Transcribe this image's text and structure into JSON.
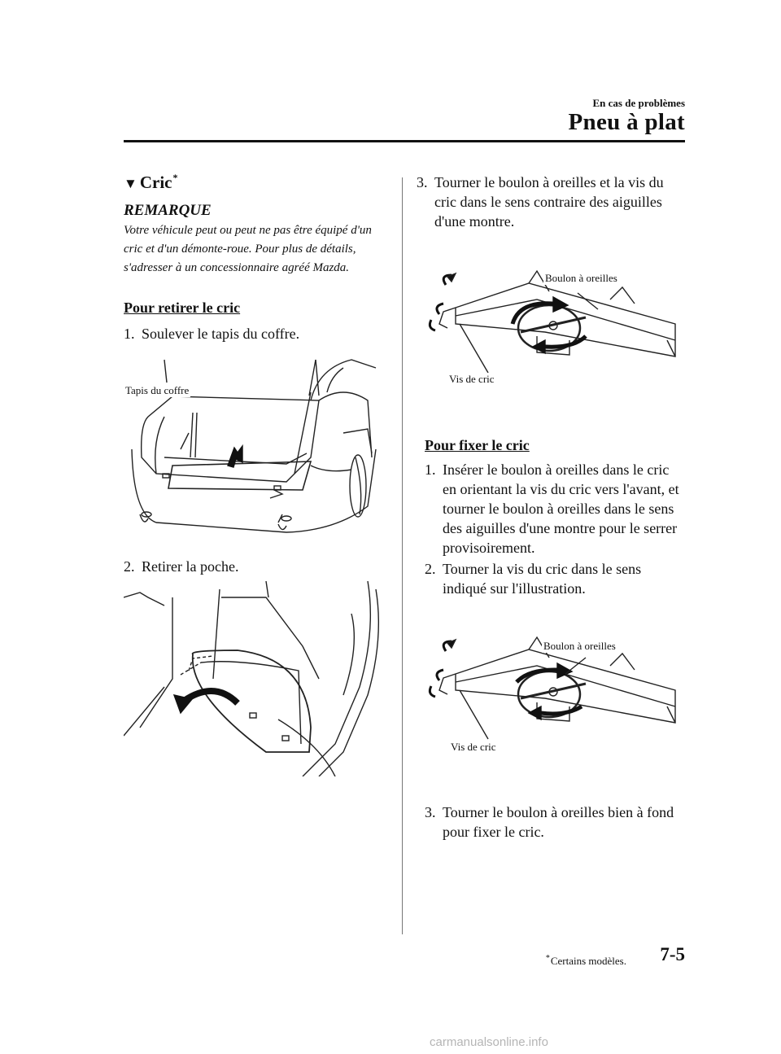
{
  "header": {
    "chapter": "En cas de problèmes",
    "title": "Pneu à plat"
  },
  "section": {
    "triangle": "▼",
    "title": "Cric",
    "star": "*"
  },
  "note": {
    "heading": "REMARQUE",
    "text": "Votre véhicule peut ou peut ne pas être équipé d'un cric et d'un démonte-roue. Pour plus de détails, s'adresser à un concessionnaire agréé Mazda."
  },
  "remove": {
    "heading": "Pour retirer le cric",
    "steps": [
      {
        "num": "1.",
        "text": "Soulever le tapis du coffre."
      },
      {
        "num": "2.",
        "text": "Retirer la poche."
      },
      {
        "num": "3.",
        "text": "Tourner le boulon à oreilles et la vis du cric dans le sens contraire des aiguilles d'une montre."
      }
    ],
    "fig1_label": "Tapis du coffre",
    "fig3_label_bolt": "Boulon à oreilles",
    "fig3_label_screw": "Vis de cric"
  },
  "fix": {
    "heading": "Pour fixer le cric",
    "steps": [
      {
        "num": "1.",
        "text": "Insérer le boulon à oreilles dans le cric en orientant la vis du cric vers l'avant, et tourner le boulon à oreilles dans le sens des aiguilles d'une montre pour le serrer provisoirement."
      },
      {
        "num": "2.",
        "text": "Tourner la vis du cric dans le sens indiqué sur l'illustration."
      },
      {
        "num": "3.",
        "text": "Tourner le boulon à oreilles bien à fond pour fixer le cric."
      }
    ],
    "fig_label_bolt": "Boulon à oreilles",
    "fig_label_screw": "Vis de cric"
  },
  "footer": {
    "star": "*",
    "note": "Certains modèles.",
    "page": "7-5"
  },
  "watermark": "carmanualsonline.info"
}
